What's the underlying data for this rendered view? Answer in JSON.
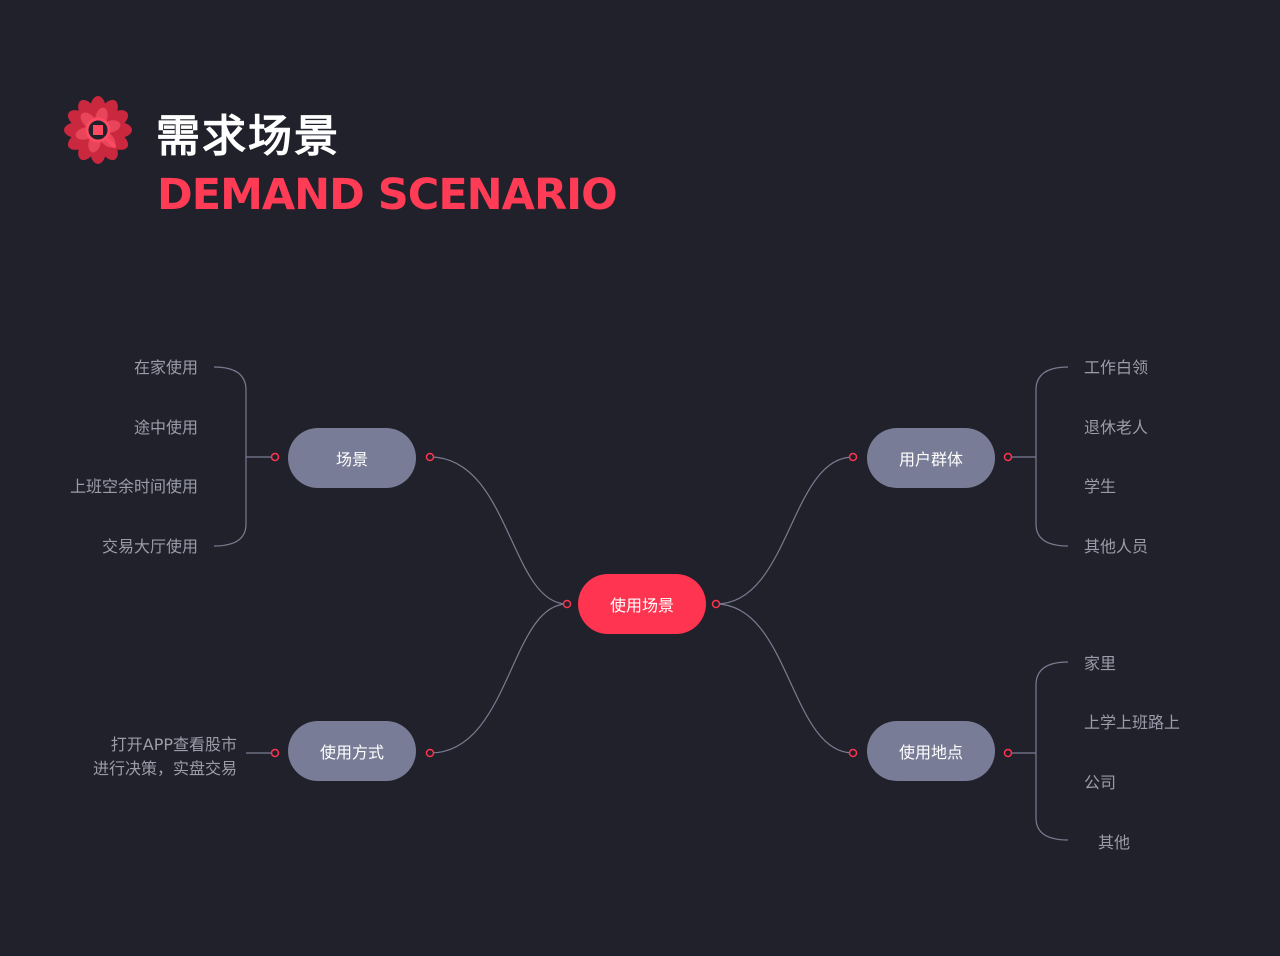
{
  "header": {
    "title_zh": "需求场景",
    "title_en": "DEMAND SCENARIO",
    "logo_icon": "flower-logo-icon"
  },
  "colors": {
    "background": "#21212b",
    "accent": "#ff3450",
    "node": "#797c96",
    "line": "#7a7b90",
    "leaf_text": "#9b9caa"
  },
  "mindmap": {
    "center": "使用场景",
    "branches": {
      "scene": {
        "label": "场景",
        "leaves": [
          "在家使用",
          "途中使用",
          "上班空余时间使用",
          "交易大厅使用"
        ]
      },
      "users": {
        "label": "用户群体",
        "leaves": [
          "工作白领",
          "退休老人",
          "学生",
          "其他人员"
        ]
      },
      "method": {
        "label": "使用方式",
        "leaves": [
          "打开APP查看股市",
          "进行决策，实盘交易"
        ]
      },
      "location": {
        "label": "使用地点",
        "leaves": [
          "家里",
          "上学上班路上",
          "公司",
          "其他"
        ]
      }
    }
  }
}
